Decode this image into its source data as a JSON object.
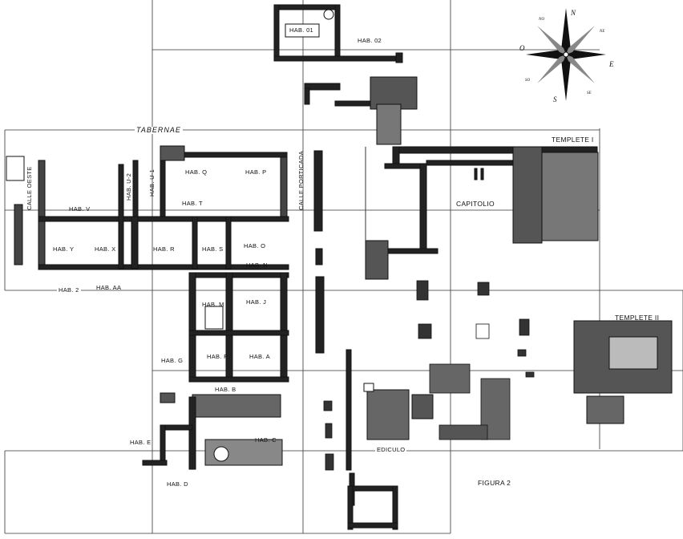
{
  "labels": {
    "hab_01": "HAB. 01",
    "hab_02": "HAB. 02",
    "tabernae": "TABERNAE",
    "calle_oeste": "CALLE OESTE",
    "calle_porticada": "CALLE PORTICADA",
    "hab_u2": "HAB. U-2",
    "hab_u1": "HAB. U-1",
    "hab_q": "HAB. Q",
    "hab_p": "HAB. P",
    "hab_v": "HAB. V",
    "hab_t": "HAB. T",
    "hab_y": "HAB. Y",
    "hab_x": "HAB. X",
    "hab_r": "HAB. R",
    "hab_s": "HAB. S",
    "hab_o": "HAB. O",
    "hab_n": "HAB. N",
    "hab_2": "HAB. 2",
    "hab_aa": "HAB. AA",
    "hab_m": "HAB. M",
    "hab_j": "HAB. J",
    "hab_f": "HAB. F",
    "hab_a": "HAB. A",
    "hab_g": "HAB. G",
    "hab_b": "HAB. B",
    "hab_e": "HAB. E",
    "hab_c": "HAB. C",
    "hab_d": "HAB. D",
    "templete_i": "TEMPLETE I",
    "capitolio": "CAPITOLIO",
    "templete_ii": "TEMPLETE II",
    "ediculo": "EDICULO",
    "figura": "FIGURA 2"
  },
  "compass": {
    "n": "N",
    "e": "E",
    "s": "S",
    "o": "O",
    "ne": "NE",
    "no": "NO",
    "se": "SE",
    "so": "SO"
  },
  "colors": {
    "ink": "#111111",
    "grid": "#333333",
    "background": "#ffffff"
  }
}
